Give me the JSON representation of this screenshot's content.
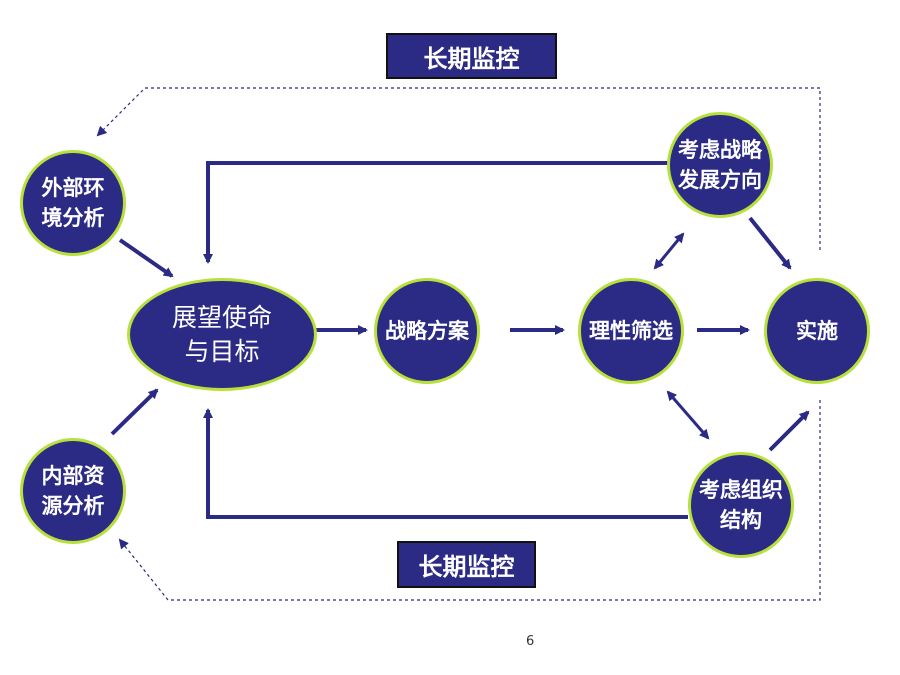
{
  "monitor_top": "长期监控",
  "monitor_bottom": "长期监控",
  "nodes": {
    "external": "外部环\n境分析",
    "internal": "内部资\n源分析",
    "vision": "展望使命\n与目标",
    "strategy": "战略方案",
    "screening": "理性筛选",
    "implement": "实施",
    "direction": "考虑战略\n发展方向",
    "organization": "考虑组织\n结构"
  },
  "page_number": "6",
  "colors": {
    "node_fill": "#2b2a85",
    "node_border": "#b8e03a",
    "arrow": "#2b2a85"
  }
}
